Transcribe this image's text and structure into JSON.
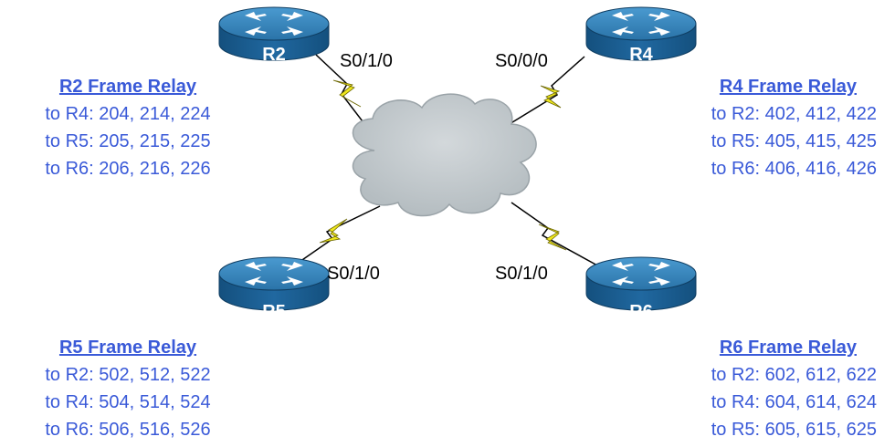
{
  "routers": [
    {
      "id": "r2",
      "label": "R2"
    },
    {
      "id": "r4",
      "label": "R4"
    },
    {
      "id": "r5",
      "label": "R5"
    },
    {
      "id": "r6",
      "label": "R6"
    }
  ],
  "interfaces": {
    "r2": "S0/1/0",
    "r4": "S0/0/0",
    "r5": "S0/1/0",
    "r6": "S0/1/0"
  },
  "panels": {
    "r2": {
      "title": "R2 Frame Relay",
      "lines": [
        "to R4: 204, 214, 224",
        "to R5: 205, 215, 225",
        "to R6: 206, 216, 226"
      ]
    },
    "r4": {
      "title": "R4 Frame Relay",
      "lines": [
        "to R2: 402, 412, 422",
        "to R5: 405, 415, 425",
        "to R6: 406, 416, 426"
      ]
    },
    "r5": {
      "title": "R5 Frame Relay",
      "lines": [
        "to R2: 502, 512, 522",
        "to R4: 504, 514, 524",
        "to R6: 506, 516, 526"
      ]
    },
    "r6": {
      "title": "R6 Frame Relay",
      "lines": [
        "to R2: 602, 612, 622",
        "to R4: 604, 614, 624",
        "to R5: 605, 615, 625"
      ]
    }
  },
  "colors": {
    "text_accent": "#3a5ad8",
    "router_top": "#2f7fb7",
    "router_body": "#1d5f93",
    "cloud_fill": "#c4cbcf",
    "link_bolt": "#f0e81e"
  }
}
